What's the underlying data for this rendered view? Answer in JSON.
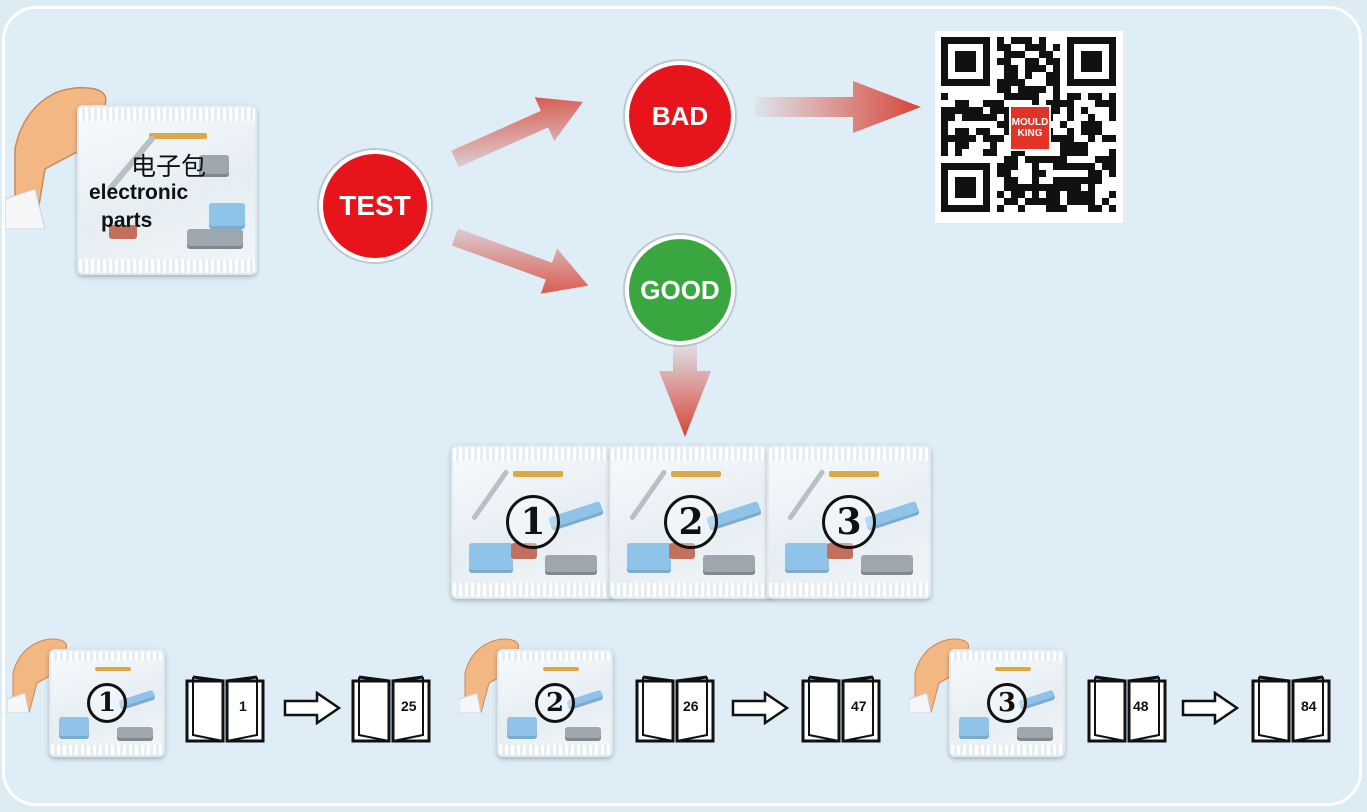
{
  "electronic_bag": {
    "label_cn": "电子包",
    "label_en_line1": "electronic",
    "label_en_line2": "parts"
  },
  "nodes": {
    "test": "TEST",
    "bad": "BAD",
    "good": "GOOD"
  },
  "colors": {
    "red": "#e8141c",
    "green": "#3aa640",
    "arrow": "#d84436",
    "background": "#deedf6"
  },
  "qr_logo": {
    "line1": "MOULD",
    "line2": "KING"
  },
  "bags": [
    {
      "number": "1"
    },
    {
      "number": "2"
    },
    {
      "number": "3"
    }
  ],
  "instruction_steps": [
    {
      "bag": "1",
      "from_page": "1",
      "to_page": "25"
    },
    {
      "bag": "2",
      "from_page": "26",
      "to_page": "47"
    },
    {
      "bag": "3",
      "from_page": "48",
      "to_page": "84"
    }
  ]
}
